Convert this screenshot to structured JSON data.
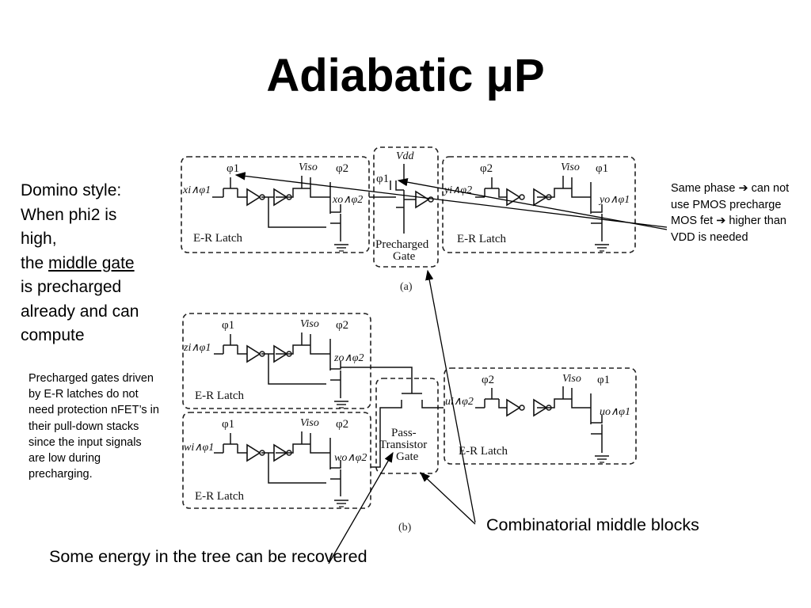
{
  "title": "Adiabatic μP",
  "left_note": {
    "line1": "Domino style:",
    "line2": "When phi2 is",
    "line3": "high,",
    "line4_prefix": "the ",
    "line4_underlined": "middle gate",
    "line5": "is precharged",
    "line6": "already and can",
    "line7": "compute"
  },
  "left_small_note": "Precharged gates driven by E-R latches do not need protection nFET’s in their pull-down stacks since the input signals are low during precharging.",
  "right_note": {
    "part1": "Same phase ",
    "arrow": "➔",
    "part2": " can not use PMOS precharge MOS fet ",
    "part3": " higher than VDD is needed"
  },
  "bottom_right_label": "Combinatorial middle blocks",
  "bottom_left_label": "Some energy in the tree can be recovered",
  "diagram": {
    "latch_label": "E-R Latch",
    "phi1": "φ1",
    "phi2": "φ2",
    "viso": "Viso",
    "vdd": "Vdd",
    "precharged_gate_line1": "Precharged",
    "precharged_gate_line2": "Gate",
    "pass_gate_line1": "Pass-",
    "pass_gate_line2": "Transistor",
    "pass_gate_line3": "Gate",
    "caption_a": "(a)",
    "caption_b": "(b)",
    "sig_xi": "xi∧φ1",
    "sig_xo": "xo∧φ2",
    "sig_yi": "yi∧φ2",
    "sig_yo": "yo∧φ1",
    "sig_zi": "zi∧φ1",
    "sig_zo": "zo∧φ2",
    "sig_wi": "wi∧φ1",
    "sig_wo": "wo∧φ2",
    "sig_ui": "ui∧φ2",
    "sig_uo": "uo∧φ1"
  }
}
